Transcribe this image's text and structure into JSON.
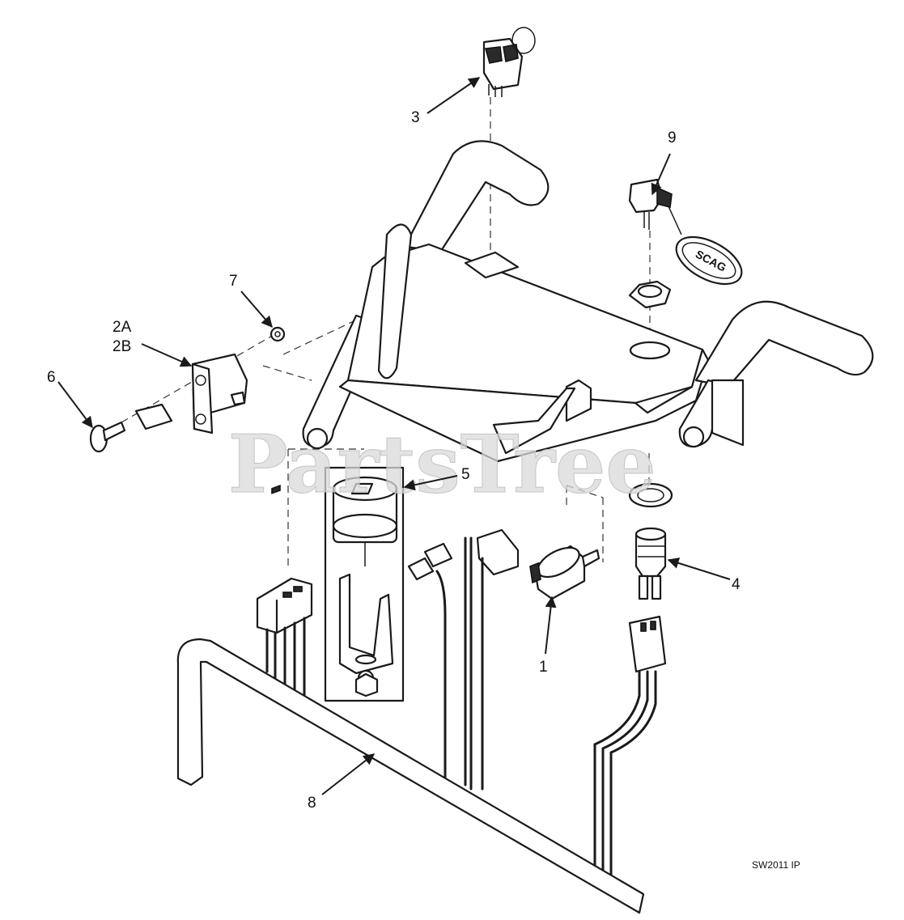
{
  "diagram": {
    "watermark": "PartsTree",
    "credit": "SW2011 IP",
    "fob_text": "SCAG",
    "callouts": [
      "3",
      "9",
      "7",
      "2A",
      "2B",
      "6",
      "5",
      "4",
      "1",
      "8"
    ]
  }
}
